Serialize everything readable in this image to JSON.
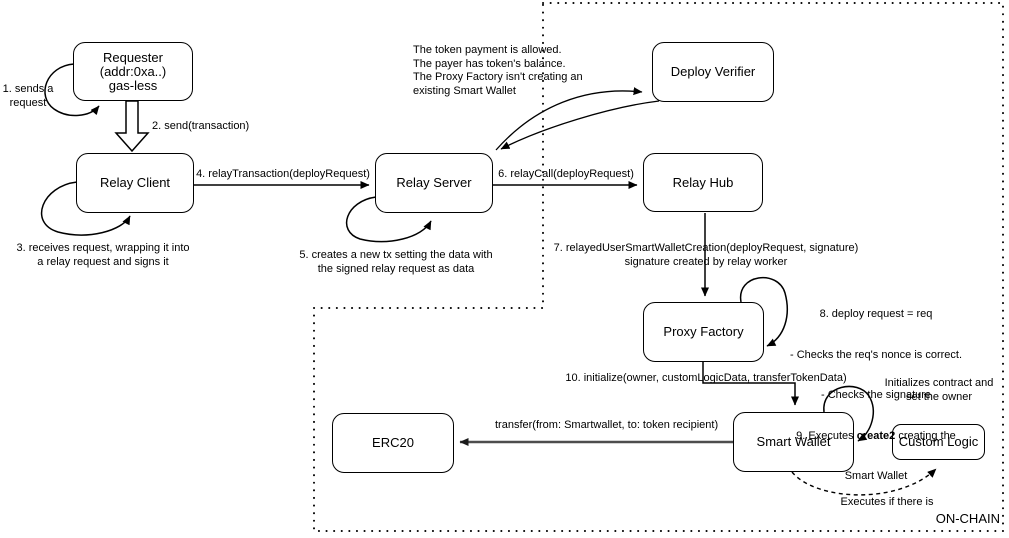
{
  "diagram": {
    "region_label": "ON-CHAIN",
    "nodes": {
      "requester": "Requester\n(addr:0xa..)\ngas-less",
      "relay_client": "Relay Client",
      "relay_server": "Relay Server",
      "deploy_verifier": "Deploy Verifier",
      "relay_hub": "Relay Hub",
      "proxy_factory": "Proxy Factory",
      "erc20": "ERC20",
      "smart_wallet": "Smart Wallet",
      "custom_logic": "Custom Logic"
    },
    "steps": {
      "s1": "1. sends a\nrequest",
      "s2": "2. send(transaction)",
      "s3": "3. receives request, wrapping it into\na relay request and signs it",
      "s4": "4. relayTransaction(deployRequest)",
      "s5": "5. creates a new tx setting the data with\nthe signed relay request as data",
      "s6": "6. relayCall(deployRequest)",
      "s7": "7. relayedUserSmartWalletCreation(deployRequest, signature)\nsignature created by relay worker",
      "s8_line1": "8. deploy request = req",
      "s8_line2": "- Checks the req's nonce is correct.",
      "s8_line3": "- Checks the signature",
      "s9_pre": "9. Executes ",
      "s9_bold": "create2",
      "s9_post": " creating the",
      "s9_line2": "Smart Wallet",
      "s10": "10. initialize(owner, customLogicData, transferTokenData)"
    },
    "notes": {
      "verifier_checks": "The token payment is allowed.\nThe payer has token's balance.\nThe Proxy Factory isn't creating an\nexisting Smart Wallet",
      "transfer_call": "transfer(from: Smartwallet, to: token recipient)",
      "initializes": "Initializes contract and\nset the owner",
      "executes_if": "Executes if there is"
    },
    "colors": {
      "line": "#000000",
      "transfer_line": "#4d4d4d",
      "background": "#ffffff"
    }
  }
}
